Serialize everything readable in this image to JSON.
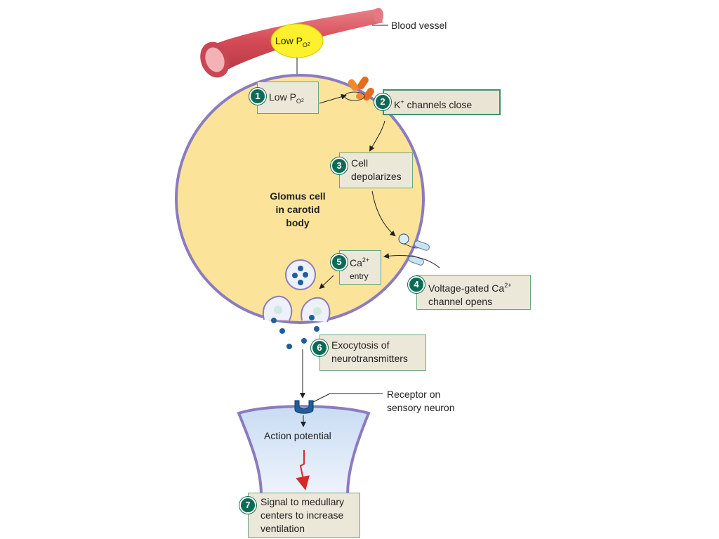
{
  "labels": {
    "blood_vessel": "Blood vessel",
    "blood_low_po2_prefix": "Low P",
    "blood_low_po2_o": "O",
    "blood_low_po2_2": "2",
    "glomus_line1": "Glomus cell",
    "glomus_line2": "in carotid",
    "glomus_line3": "body",
    "receptor_line1": "Receptor on",
    "receptor_line2": "sensory neuron",
    "action_potential": "Action potential"
  },
  "steps": [
    {
      "num": "1",
      "text_prefix": "Low P",
      "o": "O",
      "two": "2"
    },
    {
      "num": "2",
      "k": "K",
      "plus": "+",
      "text": " channels close"
    },
    {
      "num": "3",
      "line1": "Cell",
      "line2": "depolarizes"
    },
    {
      "num": "4",
      "line1_prefix": "Voltage-gated Ca",
      "sup": "2+",
      "line2": "channel opens"
    },
    {
      "num": "5",
      "ca": "Ca",
      "sup": "2+",
      "line2": "entry"
    },
    {
      "num": "6",
      "line1": "Exocytosis of",
      "line2": "neurotransmitters"
    },
    {
      "num": "7",
      "line1": "Signal to medullary",
      "line2": "centers to increase",
      "line3": "ventilation"
    }
  ],
  "colors": {
    "cell_fill": "#fbe39a",
    "cell_border": "#8b7bc0",
    "vessel": "#d9535f",
    "step_badge": "#0d6b55",
    "neuron_fill": "#dde8f7",
    "vesicle_dot": "#1f5f9b",
    "signal_arrow": "#d62a2a"
  }
}
